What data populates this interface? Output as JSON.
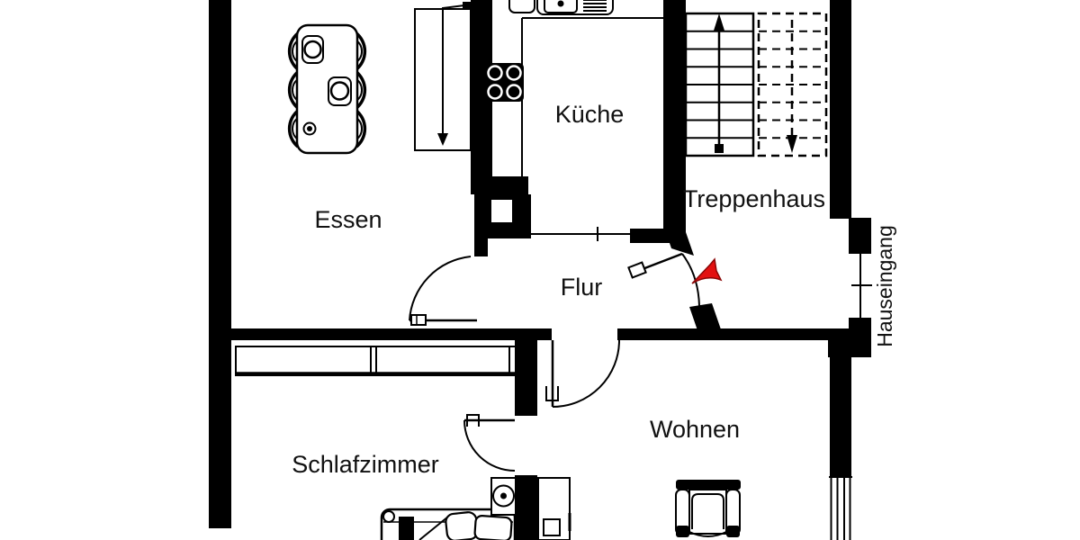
{
  "document": {
    "type": "floor-plan",
    "language": "de"
  },
  "rooms": {
    "essen": {
      "label": "Essen"
    },
    "kueche": {
      "label": "Küche"
    },
    "treppenhaus": {
      "label": "Treppenhaus"
    },
    "flur": {
      "label": "Flur"
    },
    "schlafzimmer": {
      "label": "Schlafzimmer"
    },
    "wohnen": {
      "label": "Wohnen"
    },
    "hauseingang": {
      "label": "Hauseingang"
    }
  },
  "colors": {
    "walls": "#000000",
    "background": "#ffffff",
    "entrance_arrow": "#e31111"
  },
  "icons": {
    "dining_table": "rounded-rect-with-6-chair-arcs",
    "place_setting": "plate-circle-on-tray",
    "stove": "black-square-4-burner-rings",
    "sink": "basin-with-drainboard",
    "stairs_up": "solid-flight-arrow-up",
    "stairs_down": "dashed-flight-arrow-down",
    "wardrobe": "double-compartment-closet",
    "bed": "bed-with-pillow-and-blanket",
    "bedside_lamp": "circle-on-square-table",
    "armchair": "armchair-top-view",
    "cabinet": "rect-with-inner-square",
    "entrance_arrow": "red-swoosh-arrow",
    "door": "quarter-circle-swing",
    "window": "parallel-lines-in-wall"
  }
}
